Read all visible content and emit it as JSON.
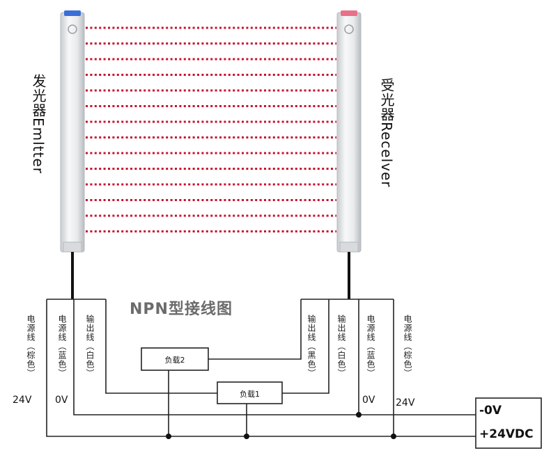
{
  "diagram": {
    "title": "NPN型接线图",
    "emitter_label": "发光器Emltter",
    "receiver_label": "受光器Recelver",
    "emitter_wires": [
      {
        "label": "电源线（棕色）"
      },
      {
        "label": "电源线（蓝色）"
      },
      {
        "label": "输出线（白色）"
      }
    ],
    "receiver_wires": [
      {
        "label": "输出线（黑色）"
      },
      {
        "label": "输出线（白色）"
      },
      {
        "label": "电源线（蓝色）"
      },
      {
        "label": "电源线（棕色）"
      }
    ],
    "loads": [
      {
        "label": "负载2"
      },
      {
        "label": "负载1"
      }
    ],
    "voltages": {
      "left_24v": "24V",
      "left_0v": "0V",
      "right_0v": "0V",
      "right_24v": "24V"
    },
    "power_supply": {
      "minus": "-0V",
      "plus": "+24VDC"
    },
    "colors": {
      "beam": "#c8102e",
      "wire": "#222222",
      "emitter_led": "#3a6fd8",
      "receiver_led": "#e8708a"
    }
  }
}
